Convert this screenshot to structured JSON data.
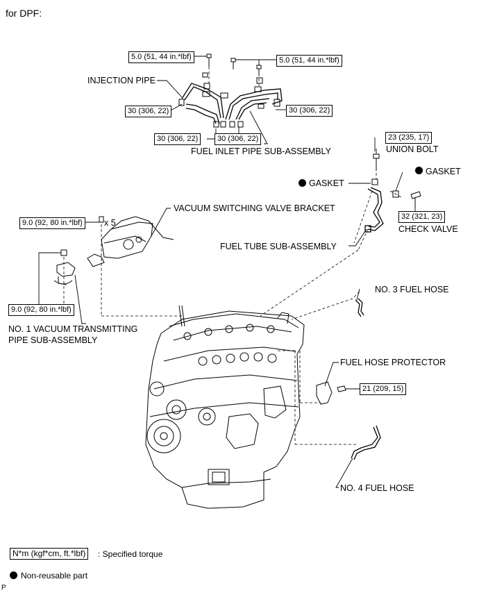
{
  "heading": "for DPF:",
  "torque": {
    "inj_bolt_left": "5.0 (51, 44 in.*lbf)",
    "inj_bolt_right": "5.0 (51, 44 in.*lbf)",
    "inj_nut_left": "30 (306, 22)",
    "inj_nut_right": "30 (306, 22)",
    "inj_nut_bottom_left": "30 (306, 22)",
    "inj_nut_bottom_right": "30 (306, 22)",
    "union_bolt": "23 (235, 17)",
    "check_valve": "32 (321, 23)",
    "vsv_bracket": "9.0 (92, 80 in.*lbf)",
    "vacuum_pipe": "9.0 (92, 80 in.*lbf)",
    "fuel_hose_protector": "21 (209, 15)"
  },
  "labels": {
    "injection_pipe": "INJECTION PIPE",
    "fuel_inlet_pipe": "FUEL INLET PIPE SUB-ASSEMBLY",
    "union_bolt": "UNION BOLT",
    "gasket_left": "GASKET",
    "gasket_right": "GASKET",
    "check_valve": "CHECK VALVE",
    "vsv_bracket": "VACUUM SWITCHING VALVE BRACKET",
    "fuel_tube": "FUEL TUBE SUB-ASSEMBLY",
    "no3_fuel_hose": "NO. 3 FUEL HOSE",
    "vacuum_pipe_line1": "NO. 1 VACUUM TRANSMITTING",
    "vacuum_pipe_line2": "PIPE SUB-ASSEMBLY",
    "fuel_hose_protector": "FUEL HOSE PROTECTOR",
    "no4_fuel_hose": "NO. 4 FUEL HOSE",
    "qty_x5": "x 5"
  },
  "legend": {
    "torque_unit": "N*m (kgf*cm, ft.*lbf)",
    "torque_desc": ": Specified torque",
    "non_reusable": "Non-reusable part"
  },
  "corner_mark": "P"
}
